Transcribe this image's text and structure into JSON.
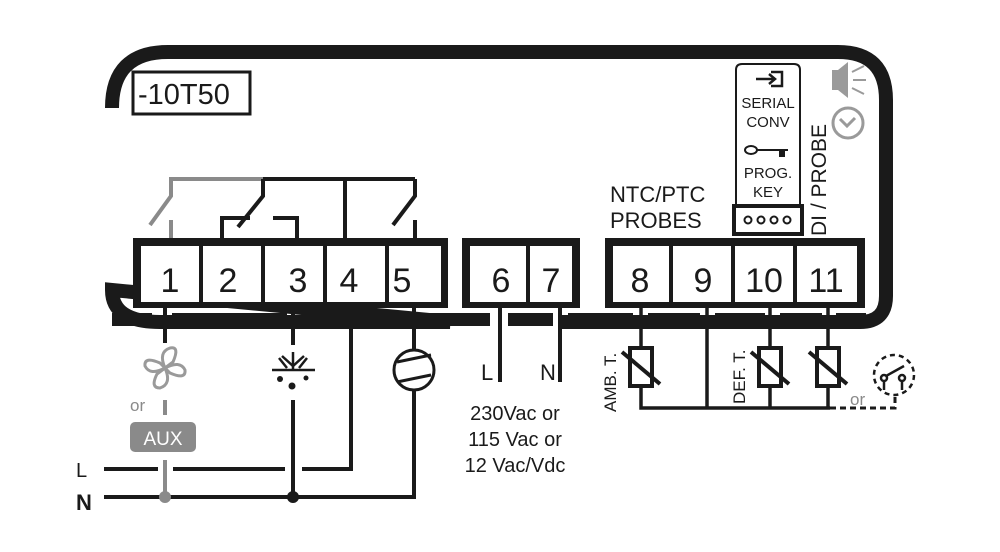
{
  "model_label": "-10T50",
  "terminals": [
    {
      "number": "1"
    },
    {
      "number": "2"
    },
    {
      "number": "3"
    },
    {
      "number": "4"
    },
    {
      "number": "5"
    },
    {
      "number": "6"
    },
    {
      "number": "7"
    },
    {
      "number": "8"
    },
    {
      "number": "9"
    },
    {
      "number": "10"
    },
    {
      "number": "11"
    }
  ],
  "probes_label": {
    "line1": "NTC/PTC",
    "line2": "PROBES"
  },
  "serial_conv": {
    "line1": "SERIAL",
    "line2": "CONV"
  },
  "prog_key": {
    "line1": "PROG.",
    "line2": "KEY"
  },
  "di_probe_label": "DI / PROBE",
  "outputs": {
    "fan_or": "or",
    "aux_label": "AUX"
  },
  "supply": {
    "l_label": "L",
    "n_label": "N",
    "voltage_lines": [
      "230Vac or",
      "115 Vac or",
      "12 Vac/Vdc"
    ]
  },
  "mains": {
    "l_label": "L",
    "n_label": "N"
  },
  "sensors": {
    "amb_label": "AMB. T.",
    "def_label": "DEF. T.",
    "or_label": "or"
  },
  "colors": {
    "line": "#1a1a1a",
    "aux_grey": "#8a8a8a",
    "icon_grey": "#9a9a9a"
  }
}
